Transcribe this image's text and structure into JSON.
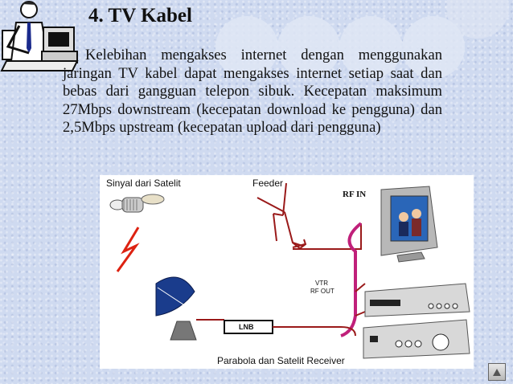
{
  "slide": {
    "title": "4. TV Kabel",
    "body": "Kelebihan mengakses internet dengan menggunakan jaringan TV kabel dapat mengakses internet setiap saat dan bebas dari gangguan telepon sibuk. Kecepatan maksimum 27Mbps downstream (kecepatan download ke pengguna) dan 2,5Mbps upstream (kecepatan upload dari pengguna)"
  },
  "figure": {
    "label_satellite": "Sinyal dari Satelit",
    "label_feeder": "Feeder",
    "label_rf_in": "RF IN",
    "label_vtr_line1": "VTR",
    "label_vtr_line2": "RF OUT",
    "label_lnb": "LNB",
    "label_caption": "Parabola dan Satelit Receiver"
  },
  "icons": {
    "clipart": "businessman-at-computer-icon",
    "nav": "triangle-nav-icon"
  },
  "colors": {
    "background": "#cfdaf0",
    "figure_arrows": "#9a1a1a",
    "magenta_cable": "#c0207a",
    "dish_blue": "#1a3c8c"
  }
}
